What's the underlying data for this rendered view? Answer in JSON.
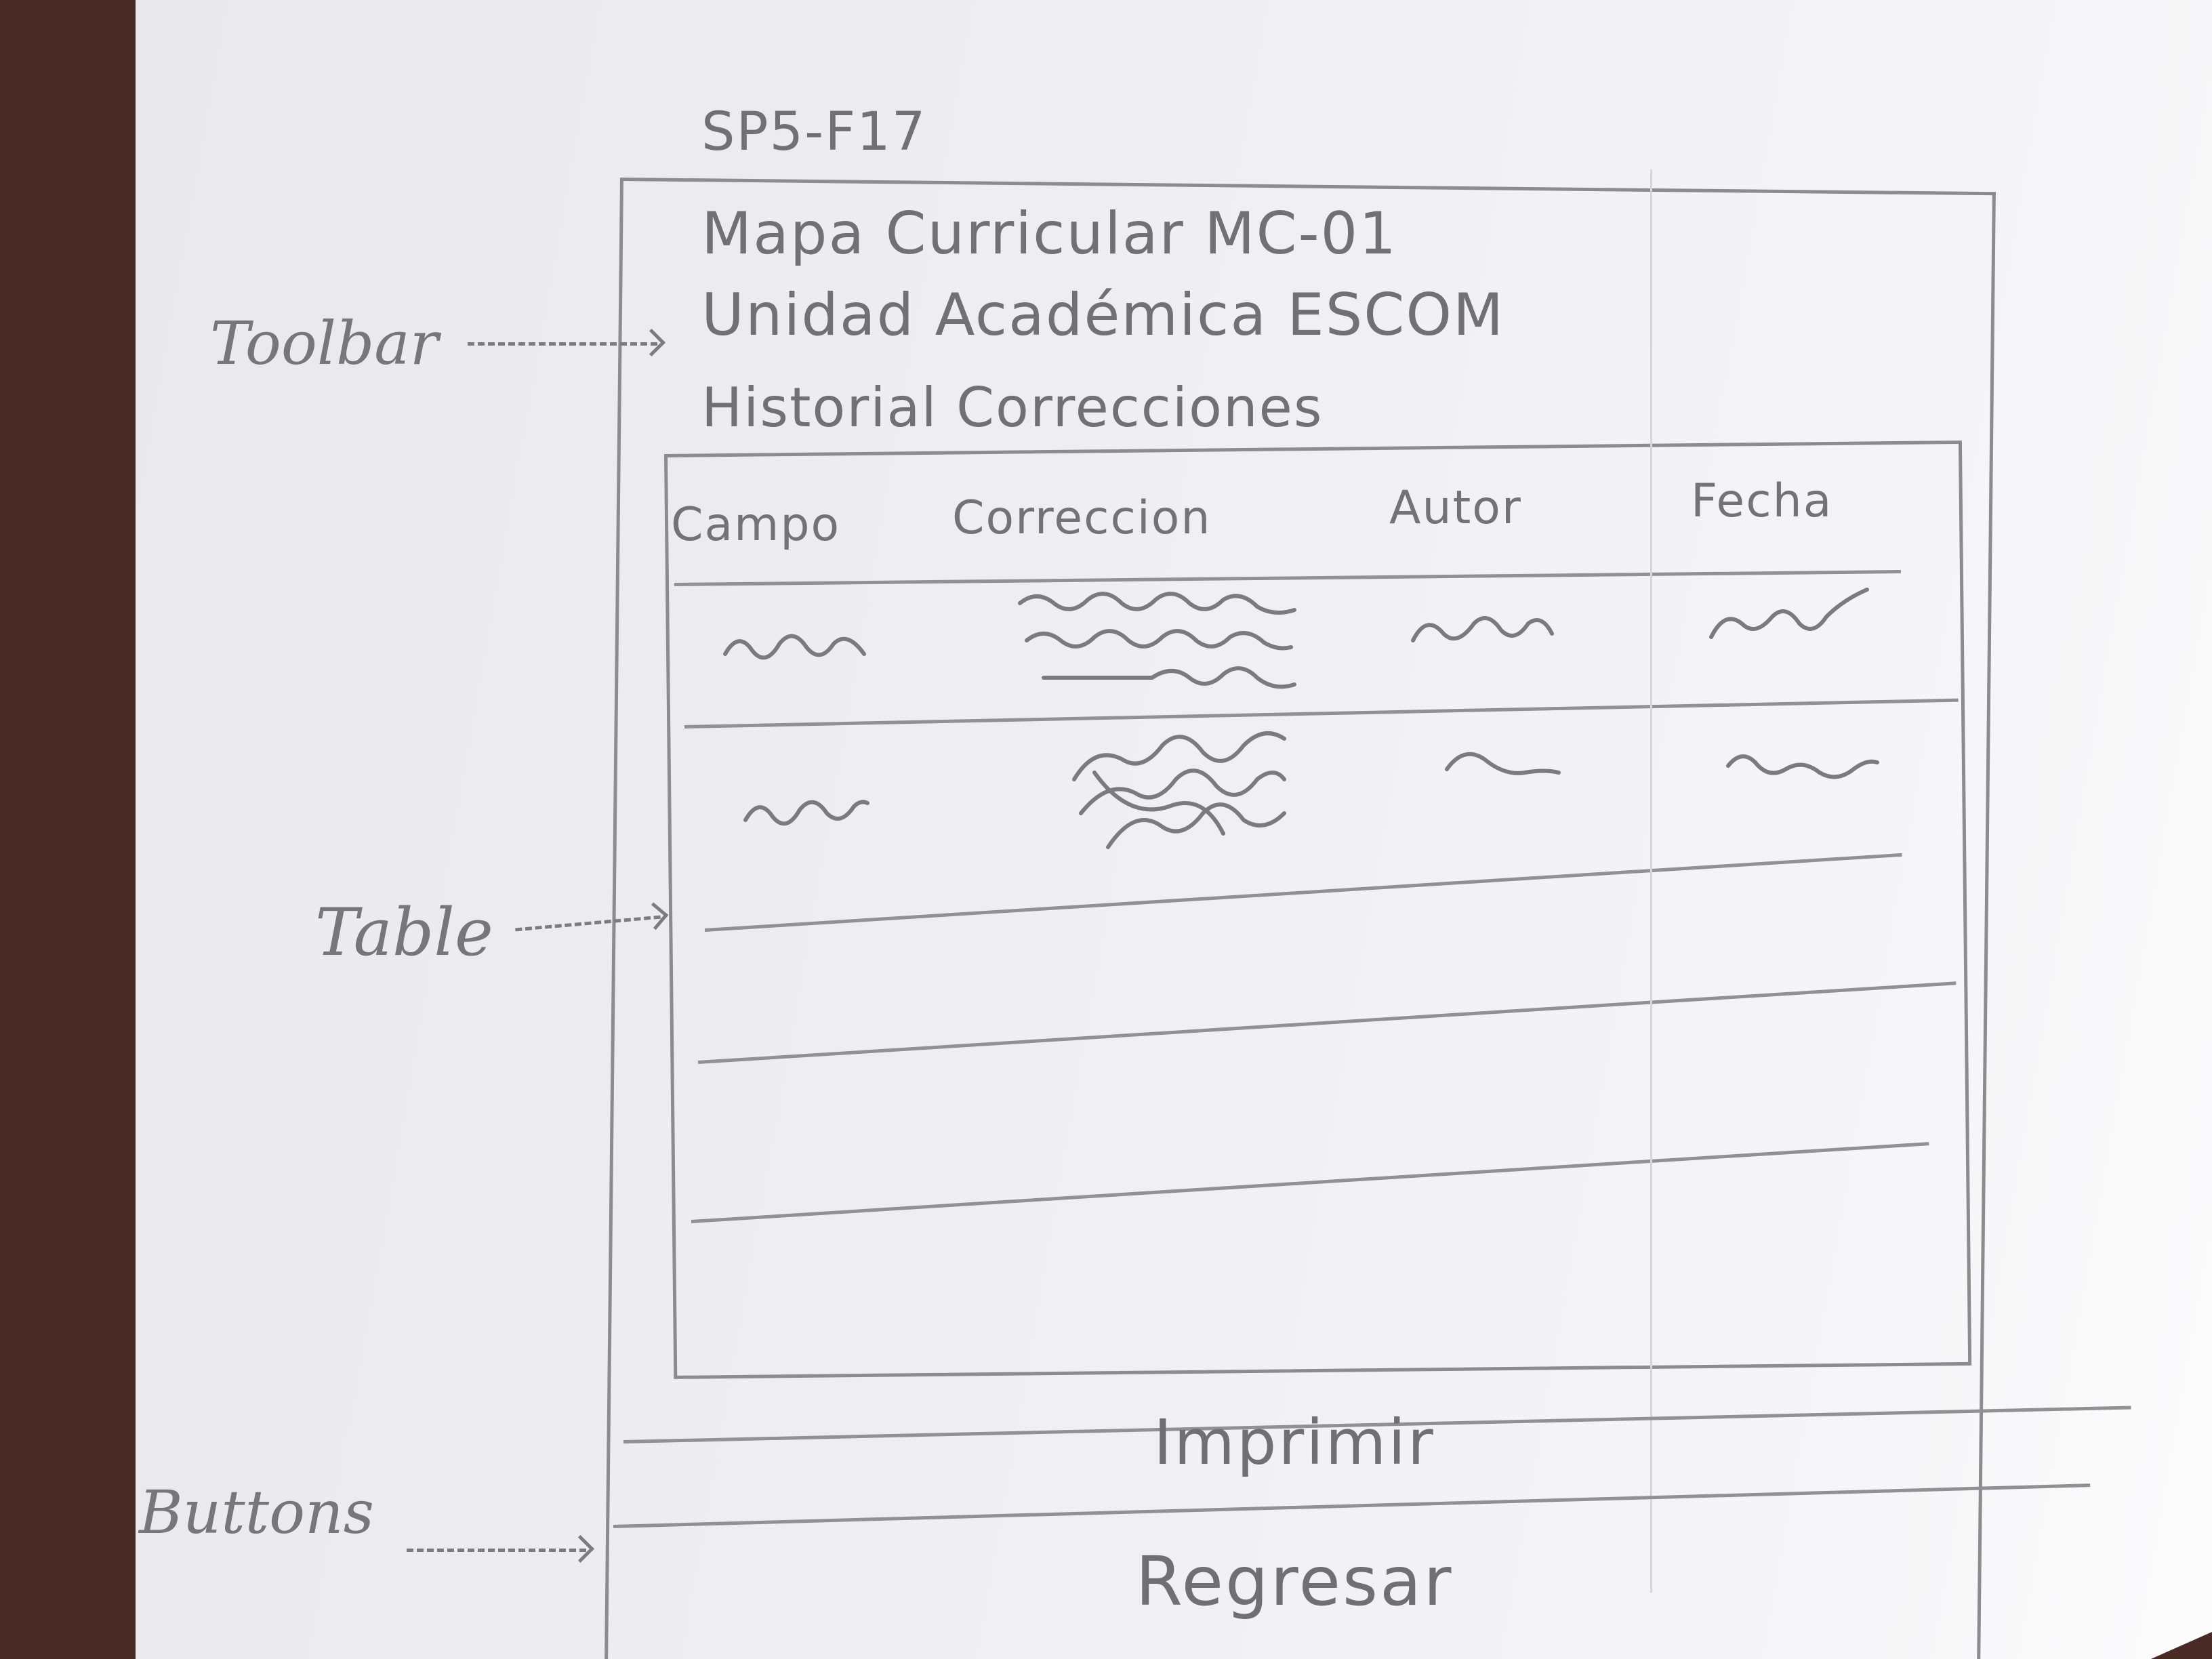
{
  "screen_id": "SP5-F17",
  "toolbar": {
    "line1": "Mapa Curricular MC-01",
    "line2": "Unidad Académica ESCOM",
    "line3": "Historial Correcciones"
  },
  "table": {
    "columns": [
      "Campo",
      "Correccion",
      "Autor",
      "Fecha"
    ]
  },
  "buttons": {
    "print_label": "Imprimir",
    "back_label": "Regresar"
  },
  "annotations": {
    "toolbar": "Toolbar",
    "table": "Table",
    "buttons": "Buttons"
  }
}
